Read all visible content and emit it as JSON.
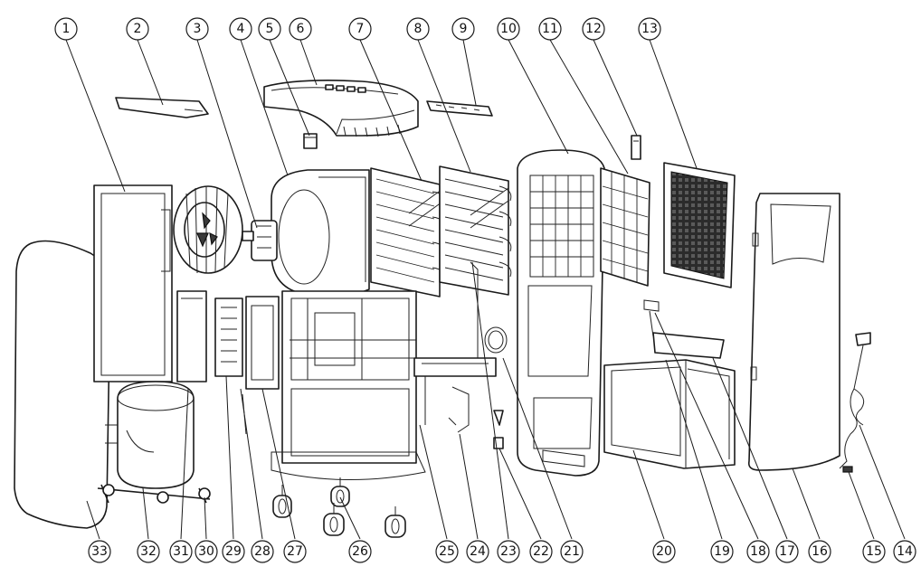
{
  "callouts": [
    {
      "label": "1"
    },
    {
      "label": "2"
    },
    {
      "label": "3"
    },
    {
      "label": "4"
    },
    {
      "label": "5"
    },
    {
      "label": "6"
    },
    {
      "label": "7"
    },
    {
      "label": "8"
    },
    {
      "label": "9"
    },
    {
      "label": "10"
    },
    {
      "label": "11"
    },
    {
      "label": "12"
    },
    {
      "label": "13"
    },
    {
      "label": "14"
    },
    {
      "label": "15"
    },
    {
      "label": "16"
    },
    {
      "label": "17"
    },
    {
      "label": "18"
    },
    {
      "label": "19"
    },
    {
      "label": "20"
    },
    {
      "label": "21"
    },
    {
      "label": "22"
    },
    {
      "label": "23"
    },
    {
      "label": "24"
    },
    {
      "label": "25"
    },
    {
      "label": "26"
    },
    {
      "label": "27"
    },
    {
      "label": "28"
    },
    {
      "label": "29"
    },
    {
      "label": "30"
    },
    {
      "label": "31"
    },
    {
      "label": "32"
    },
    {
      "label": "33"
    }
  ]
}
